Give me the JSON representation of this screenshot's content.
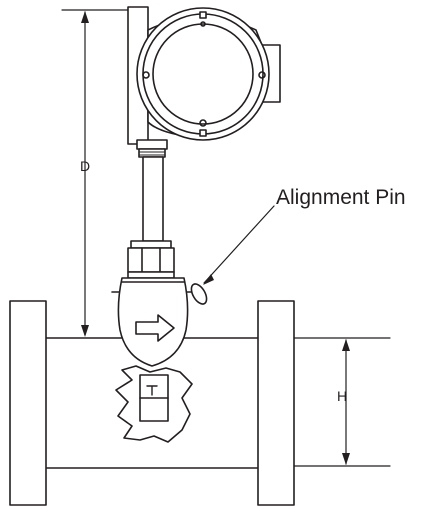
{
  "labels": {
    "alignment_pin": "Alignment Pin",
    "dimension_d": "D",
    "dimension_h": "H"
  },
  "colors": {
    "stroke": "#231f20",
    "fill": "#ffffff"
  }
}
